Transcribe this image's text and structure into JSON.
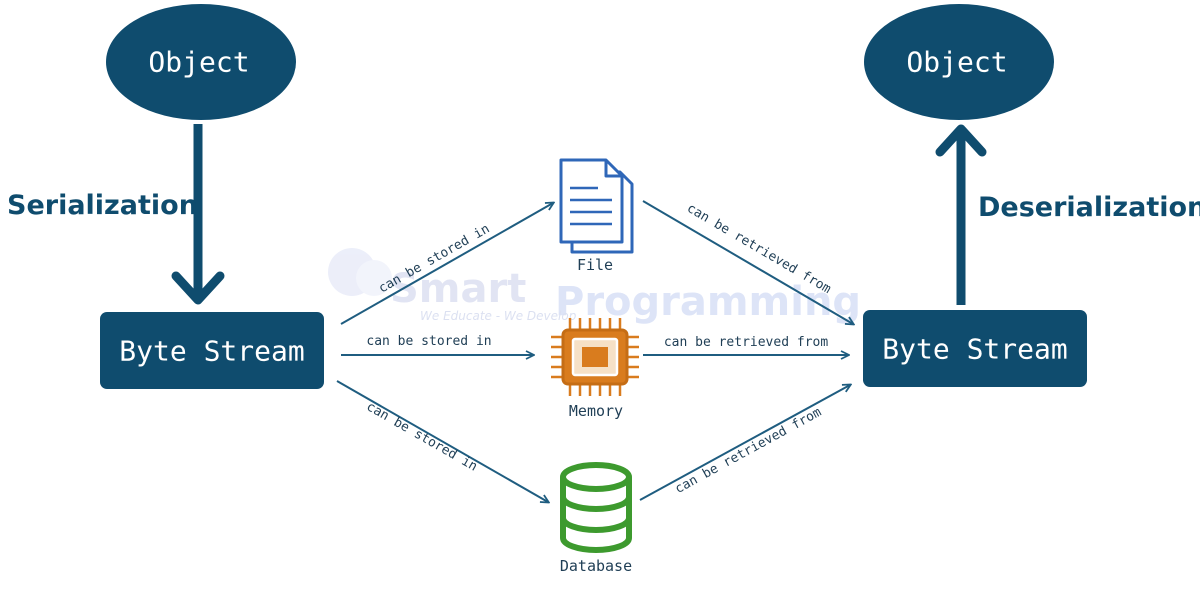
{
  "nodes": {
    "object_left": "Object",
    "object_right": "Object",
    "byte_stream_left": "Byte Stream",
    "byte_stream_right": "Byte Stream"
  },
  "processes": {
    "serialization": "Serialization",
    "deserialization": "Deserialization"
  },
  "storage": {
    "file": "File",
    "memory": "Memory",
    "database": "Database"
  },
  "edges": {
    "stored_file": "can be stored in",
    "stored_memory": "can be stored in",
    "stored_database": "can be stored in",
    "retrieved_file": "can be retrieved from",
    "retrieved_memory": "can be retrieved from",
    "retrieved_database": "can be retrieved from"
  },
  "watermark": {
    "brand_part1": "Smart",
    "brand_part2": "Programming",
    "tagline": "We Educate - We Develop"
  },
  "colors": {
    "node_fill": "#0f4c6e",
    "arrow": "#1f5d80",
    "file_icon": "#2f67b8",
    "memory_icon": "#d97c1e",
    "database_icon": "#3d9a2e"
  },
  "icons": [
    "file-icon",
    "memory-chip-icon",
    "database-icon"
  ]
}
